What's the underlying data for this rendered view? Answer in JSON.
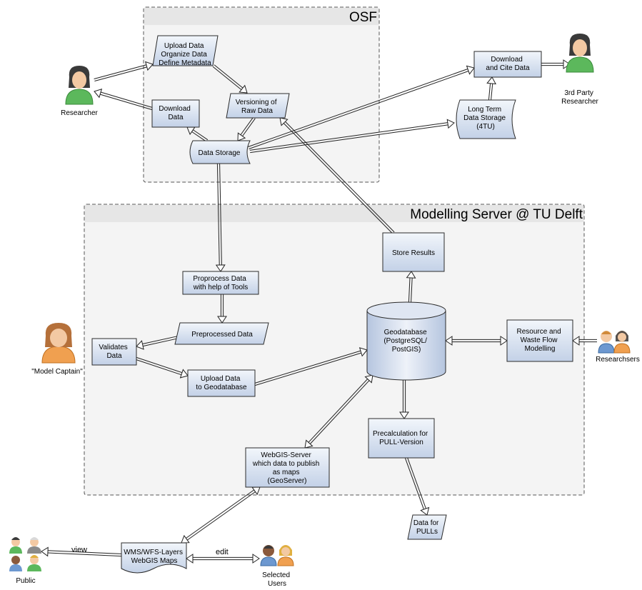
{
  "containers": {
    "osf": {
      "title": "OSF"
    },
    "modelling": {
      "title": "Modelling Server @ TU Delft"
    }
  },
  "actors": {
    "researcher": {
      "label": "Researcher",
      "icon": "person-female-green-icon"
    },
    "third_party": {
      "label_line1": "3rd Party",
      "label_line2": "Researcher",
      "icon": "person-female-green-icon"
    },
    "model_captain": {
      "label": "\"Model Captain\"",
      "icon": "person-orange-icon"
    },
    "researchers_group": {
      "label": "Researchsers",
      "icon": "people-pair-icon"
    },
    "public": {
      "label": "Public",
      "icon": "people-group-icon"
    },
    "selected_users": {
      "label_line1": "Selected",
      "label_line2": "Users",
      "icon": "people-pair-icon"
    }
  },
  "nodes": {
    "upload_osf": [
      "Upload Data",
      "Organize Data",
      "Define Metadata"
    ],
    "download_osf": [
      "Download",
      "Data"
    ],
    "versioning": [
      "Versioning of",
      "Raw Data"
    ],
    "data_storage": [
      "Data Storage"
    ],
    "download_cite": [
      "Download",
      "and Cite Data"
    ],
    "long_term": [
      "Long Term",
      "Data Storage",
      "(4TU)"
    ],
    "store_results": [
      "Store Results"
    ],
    "preprocess": [
      "Proprocess Data",
      "with help of Tools"
    ],
    "preprocessed": [
      "Preprocessed Data"
    ],
    "validates": [
      "Validates",
      "Data"
    ],
    "upload_geo": [
      "Upload Data",
      "to Geodatabase"
    ],
    "geodatabase": [
      "Geodatabase",
      "(PostgreSQL/",
      "PostGIS)"
    ],
    "resource": [
      "Resource and",
      "Waste Flow",
      "Modelling"
    ],
    "precalc": [
      "Precalculation for",
      "PULL-Version"
    ],
    "webgis": [
      "WebGIS-Server",
      "which data to publish",
      "as maps",
      "(GeoServer)"
    ],
    "data_pulls": [
      "Data for",
      "PULLs"
    ],
    "wms": [
      "WMS/WFS-Layers",
      "WebGIS Maps"
    ]
  },
  "edge_labels": {
    "view": "view",
    "edit": "edit"
  },
  "colors": {
    "box_fill_top": "#f2f6fb",
    "box_fill_bottom": "#c5d3e8",
    "container_fill": "#f4f4f4",
    "container_header": "#e6e6e6",
    "green": "#5cb85c",
    "orange": "#f0a050",
    "hair": "#3a3a3a"
  }
}
